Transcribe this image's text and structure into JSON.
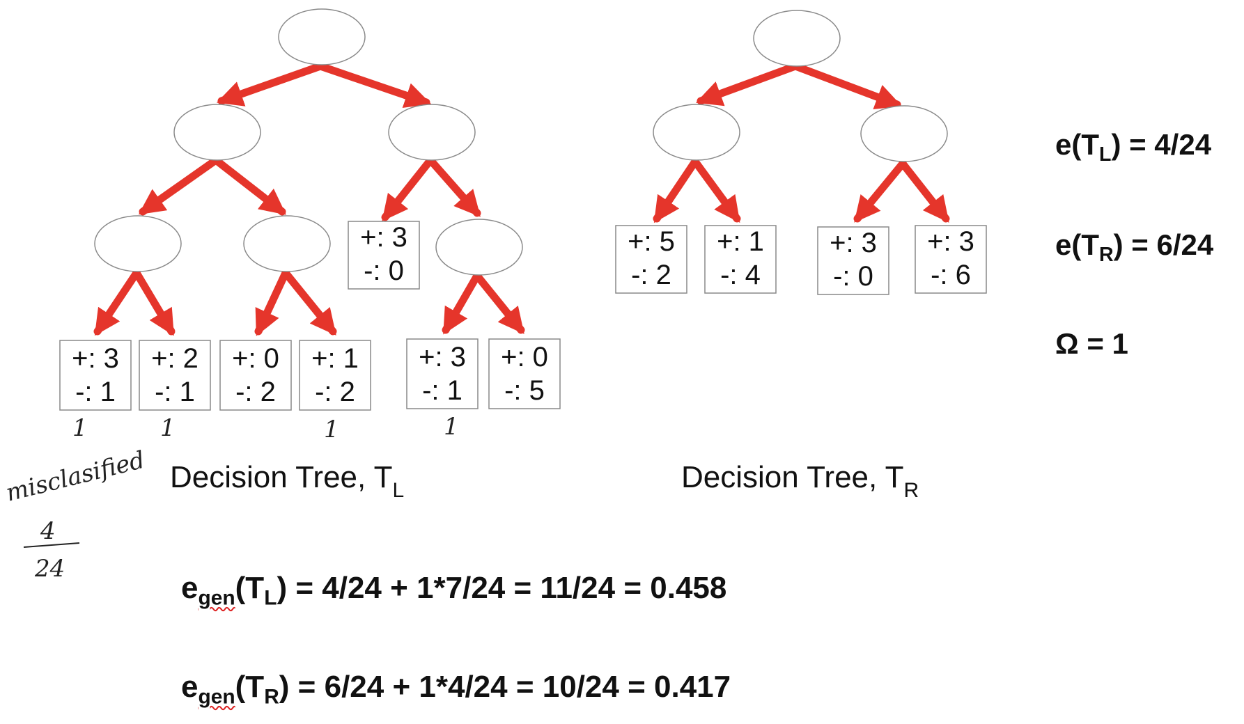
{
  "colors": {
    "arrow": "#e5352b",
    "node_stroke": "#8a8a8a",
    "box_stroke": "#888888"
  },
  "left_tree": {
    "leaves": [
      {
        "pos": "+: 3",
        "neg": "-: 1"
      },
      {
        "pos": "+: 2",
        "neg": "-: 1"
      },
      {
        "pos": "+: 0",
        "neg": "-: 2"
      },
      {
        "pos": "+: 1",
        "neg": "-: 2"
      },
      {
        "pos": "+: 3",
        "neg": "-: 0"
      },
      {
        "pos": "+: 3",
        "neg": "-: 1"
      },
      {
        "pos": "+: 0",
        "neg": "-: 5"
      }
    ],
    "caption": "Decision Tree, T",
    "caption_sub": "L"
  },
  "right_tree": {
    "leaves": [
      {
        "pos": "+: 5",
        "neg": "-: 2"
      },
      {
        "pos": "+: 1",
        "neg": "-: 4"
      },
      {
        "pos": "+: 3",
        "neg": "-: 0"
      },
      {
        "pos": "+: 3",
        "neg": "-: 6"
      }
    ],
    "caption": "Decision Tree, T",
    "caption_sub": "R"
  },
  "annotations": {
    "mark_1": "1",
    "mark_2": "1",
    "mark_3": "1",
    "mark_4": "1",
    "side_note": "misclasified",
    "frac_num": "4",
    "frac_den": "24"
  },
  "side_equations": {
    "eTL": {
      "prefix": "e(T",
      "sub": "L",
      "suffix": ") = 4/24"
    },
    "eTR": {
      "prefix": "e(T",
      "sub": "R",
      "suffix": ") = 6/24"
    },
    "omega": "Ω = 1"
  },
  "bottom_equations": {
    "egenL": {
      "e": "e",
      "gen": "gen",
      "open": "(T",
      "sub": "L",
      "rest": ") = 4/24 + 1*7/24 = 11/24 = 0.458"
    },
    "egenR": {
      "e": "e",
      "gen": "gen",
      "open": "(T",
      "sub": "R",
      "rest": ") = 6/24 + 1*4/24 = 10/24 = 0.417"
    }
  }
}
